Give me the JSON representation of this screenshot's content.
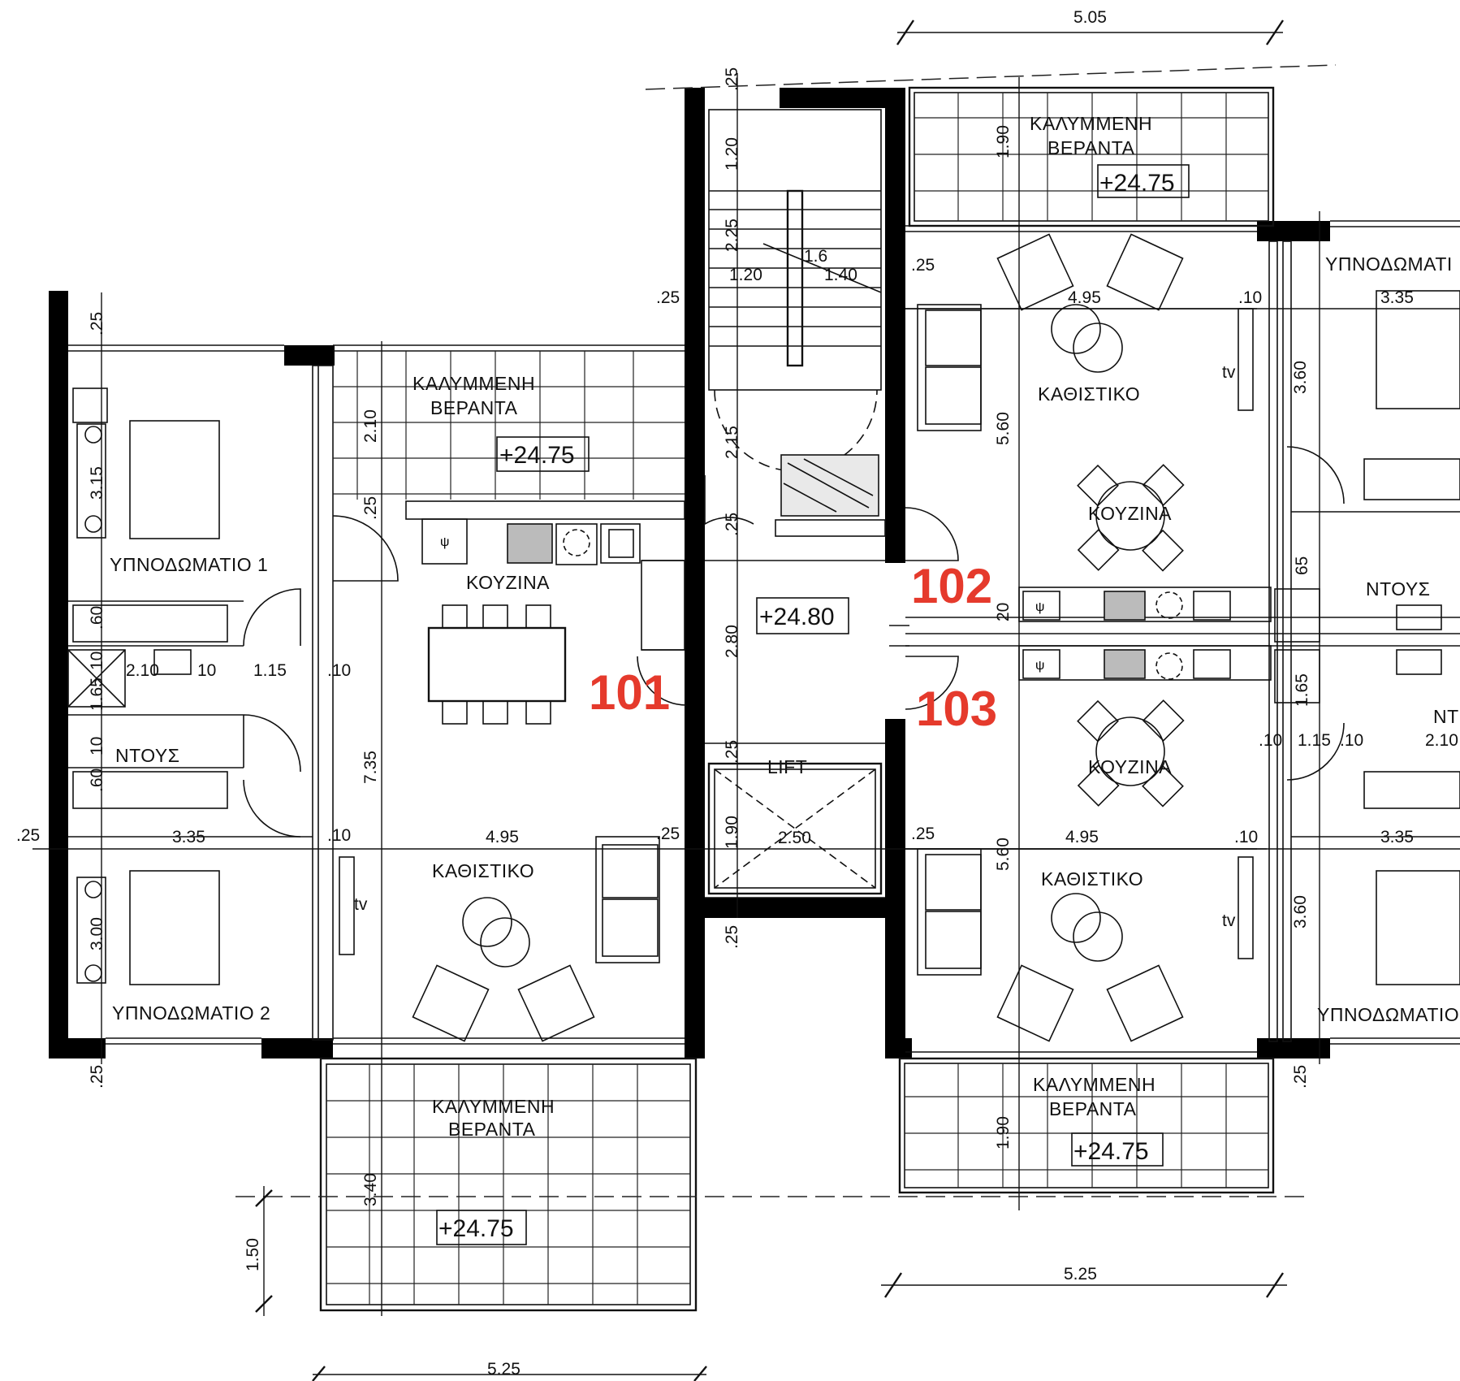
{
  "units": {
    "u101": "101",
    "u102": "102",
    "u103": "103"
  },
  "levels": {
    "veranda_101_top": "+24.75",
    "veranda_101_bottom": "+24.75",
    "veranda_102": "+24.75",
    "veranda_103": "+24.75",
    "landing": "+24.80"
  },
  "rooms": {
    "veranda_line1": "ΚΑΛΥΜΜΕΝΗ",
    "veranda_line2": "ΒΕΡΑΝΤΑ",
    "bedroom1": "ΥΠΝΟΔΩΜΑΤΙΟ 1",
    "bedroom2": "ΥΠΝΟΔΩΜΑΤΙΟ 2",
    "bedroom_partial_top": "ΥΠΝΟΔΩΜΑΤΙ",
    "bedroom_partial_bottom": "ΥΠΝΟΔΩΜΑΤΙΟ",
    "kitchen": "ΚΟΥΖΙΝΑ",
    "living": "ΚΑΘΙΣΤΙΚΟ",
    "shower": "ΝΤΟΥΣ",
    "shower_partial": "ΝΤ",
    "lift": "LIFT",
    "tv": "tv"
  },
  "dims": {
    "d_5_05": "5.05",
    "d_5_25": "5.25",
    "d_4_95": "4.95",
    "d_3_35": "3.35",
    "d_0_25": ".25",
    "d_0_10": ".10",
    "d_1_20": "1.20",
    "d_2_25": "2.25",
    "d_2_15": "2.15",
    "d_2_80": "2.80",
    "d_1_90": "1.90",
    "d_2_50": "2.50",
    "d_3_60": "3.60",
    "d_5_60": "5.60",
    "d_2_10": "2.10",
    "d_3_15": "3.15",
    "d_3_00": "3.00",
    "d_1_15": "1.15",
    "d_1_65": "1.65",
    "d_7_35": "7.35",
    "d_3_40": "3.40",
    "d_1_50": "1.50",
    "d_0_60": ".60",
    "d_10": "10",
    "d_20": "20",
    "d_65": "65",
    "d_1_40": "1.40",
    "d_1_6": "1.6"
  }
}
